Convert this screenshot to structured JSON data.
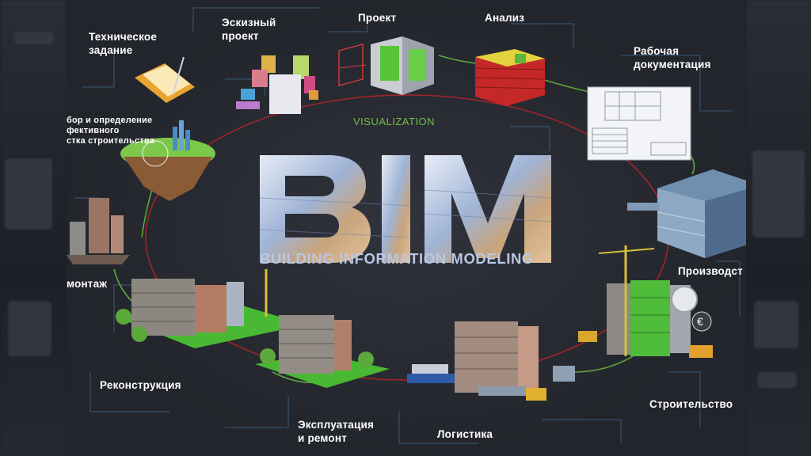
{
  "logo": {
    "text": "BIM",
    "subtitle": "BUILDING INFORMATION MODELING"
  },
  "cycle_label": "VISUALIZATION",
  "stages": {
    "technical_task": "Техническое\nзадание",
    "sketch": "Эскизный\nпроект",
    "project": "Проект",
    "analysis": "Анализ",
    "working_docs": "Рабочая\nдокументация",
    "site_selection": "бор и определение\nфективного\nстка строительства",
    "production": "Производст",
    "construction": "Строительство",
    "logistics": "Логистика",
    "operation": "Эксплуатация\nи ремонт",
    "reconstruction": "Реконструкция",
    "dismantling": "монтаж"
  },
  "colors": {
    "accent_green": "#6fbf3f",
    "ring_red": "#b0232a",
    "background": "#23252c",
    "logo_blue": "#b9c7e2"
  }
}
